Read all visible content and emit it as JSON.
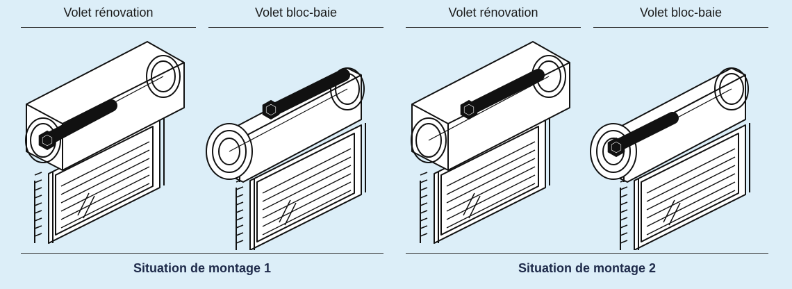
{
  "colors": {
    "background": "#dceef8",
    "line": "#111111",
    "caption": "#1e2a4a"
  },
  "groups": [
    {
      "caption": "Situation de montage 1",
      "columns": [
        {
          "title": "Volet rénovation",
          "variant": "renovation"
        },
        {
          "title": "Volet bloc-baie",
          "variant": "bloc-baie"
        }
      ]
    },
    {
      "caption": "Situation de montage 2",
      "columns": [
        {
          "title": "Volet rénovation",
          "variant": "renovation"
        },
        {
          "title": "Volet bloc-baie",
          "variant": "bloc-baie"
        }
      ]
    }
  ]
}
